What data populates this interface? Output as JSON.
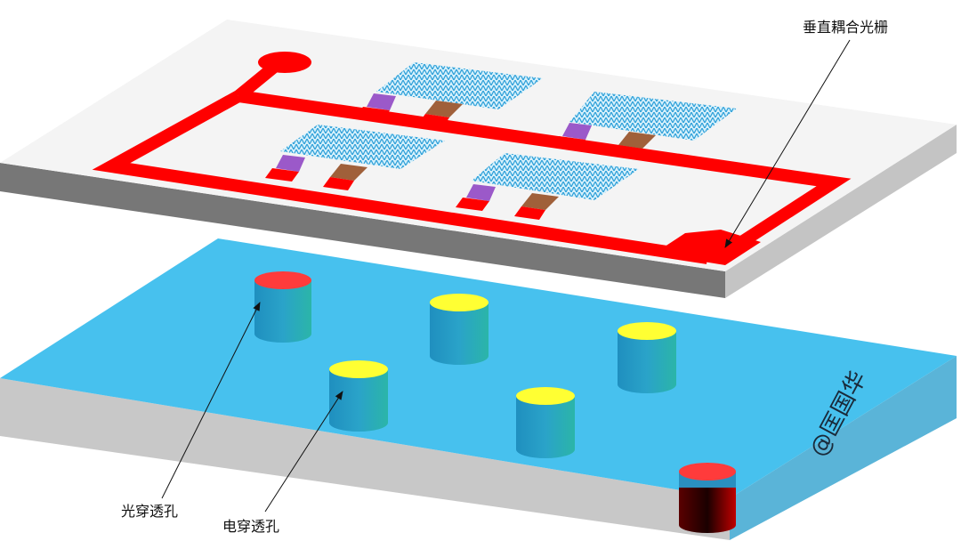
{
  "labels": {
    "grating": "垂直耦合光栅",
    "optical_via": "光穿透孔",
    "electrical_via": "电穿透孔"
  },
  "watermark": "@匡国华",
  "colors": {
    "waveguide": "#ff0000",
    "top_slab": "#f4f4f4",
    "bottom_slab": "#47c1ee",
    "electrical_via_top": "#ffff33",
    "optical_via_top": "#ff3333",
    "grating": "#3aaae0"
  }
}
